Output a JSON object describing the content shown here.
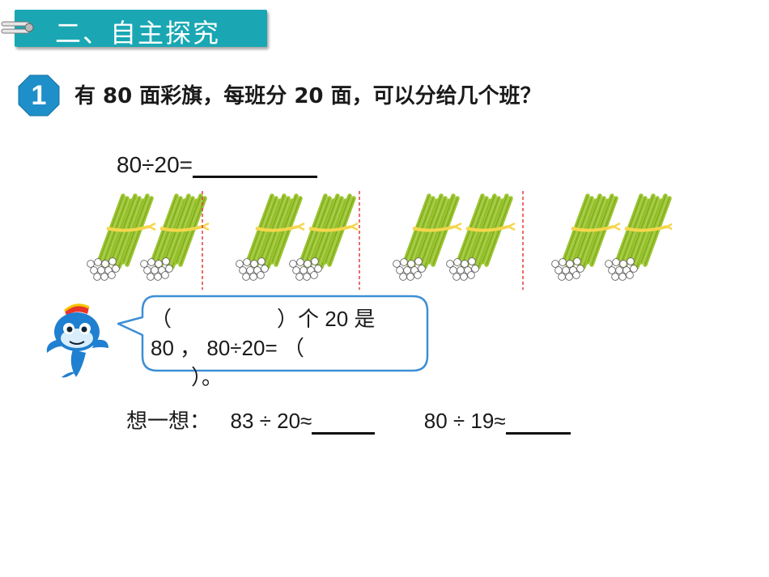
{
  "header": {
    "title": "二、自主探究"
  },
  "question": {
    "number": "1",
    "text": "有 80 面彩旗，每班分 20 面，可以分给几个班？"
  },
  "equation": {
    "text": "80÷20="
  },
  "bubble": {
    "line1_open": "（",
    "line1_rest": "）个 20 是",
    "line2": "80 ， 80÷20= （",
    "line3": "）。"
  },
  "think": {
    "label": "想一想：",
    "expr1": "83 ÷ 20≈",
    "expr2": "80 ÷ 19≈"
  },
  "colors": {
    "banner": "#1aa7b3",
    "badge": "#1e8fc9",
    "bubble_border": "#3d8fd6",
    "stick_green": "#9bc530",
    "ribbon": "#f5d64c",
    "divider": "#e23b3b"
  }
}
